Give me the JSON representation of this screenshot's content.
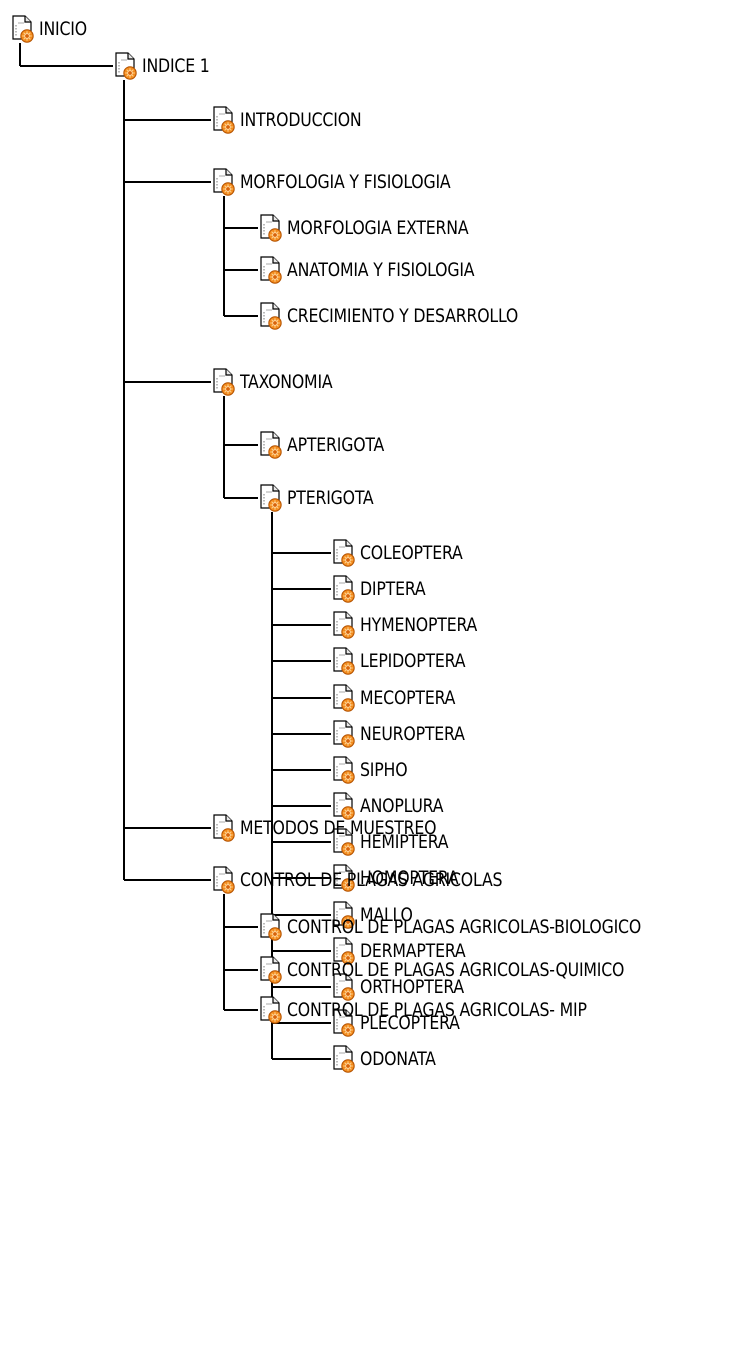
{
  "tree": {
    "icon": "document-gear-icon",
    "root": {
      "label": "INICIO"
    },
    "index": {
      "label": "INDICE 1"
    },
    "sections": [
      {
        "label": "INTRODUCCION",
        "children": []
      },
      {
        "label": "MORFOLOGIA  Y  FISIOLOGIA",
        "children": [
          {
            "label": "MORFOLOGIA  EXTERNA",
            "children": []
          },
          {
            "label": "ANATOMIA Y  FISIOLOGIA",
            "children": []
          },
          {
            "label": "CRECIMIENTO Y DESARROLLO",
            "children": []
          }
        ]
      },
      {
        "label": "TAXONOMIA",
        "children": [
          {
            "label": "APTERIGOTA",
            "children": []
          },
          {
            "label": "PTERIGOTA",
            "children": [
              {
                "label": "COLEOPTERA"
              },
              {
                "label": "DIPTERA"
              },
              {
                "label": "HYMENOPTERA"
              },
              {
                "label": "LEPIDOPTERA"
              },
              {
                "label": "MECOPTERA"
              },
              {
                "label": "NEUROPTERA"
              },
              {
                "label": "SIPHO"
              },
              {
                "label": "ANOPLURA"
              },
              {
                "label": "HEMIPTERA"
              },
              {
                "label": "HOMOPTERA"
              },
              {
                "label": "MALLO"
              },
              {
                "label": "DERMAPTERA"
              },
              {
                "label": "ORTHOPTERA"
              },
              {
                "label": "PLECOPTERA"
              },
              {
                "label": "ODONATA"
              }
            ]
          }
        ]
      },
      {
        "label": "METODOS DE MUESTREO",
        "children": []
      },
      {
        "label": "CONTROL DE PLAGAS AGRICOLAS",
        "children": [
          {
            "label": "CONTROL DE PLAGAS AGRICOLAS-BIOLOGICO",
            "children": []
          },
          {
            "label": "CONTROL DE PLAGAS AGRICOLAS-QUIMICO",
            "children": []
          },
          {
            "label": "CONTROL DE PLAGAS AGRICOLAS- MIP",
            "children": []
          }
        ]
      }
    ]
  }
}
